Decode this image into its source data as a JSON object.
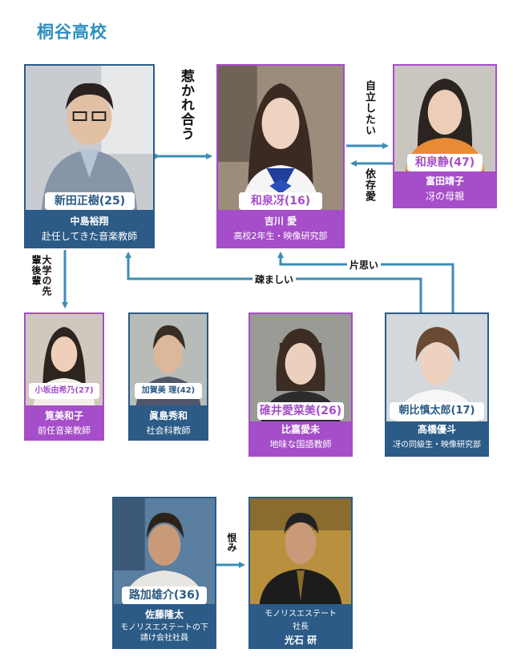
{
  "title": "桐谷高校",
  "colors": {
    "blue": "#2b5b86",
    "purple": "#a64dc9",
    "line": "#3d8db5",
    "title": "#2d8fbf"
  },
  "characters": {
    "nitta": {
      "role": "新田正樹(25)",
      "actor": "中島裕翔",
      "desc": "赴任してきた音楽教師"
    },
    "sae": {
      "role": "和泉冴(16)",
      "actor": "吉川 愛",
      "desc": "高校2年生・映像研究部"
    },
    "shizuka": {
      "role": "和泉静(47)",
      "actor": "富田靖子",
      "desc": "冴の母親"
    },
    "kakemi": {
      "role": "小坂由希乃(27)",
      "actor": "筧美和子",
      "desc": "前任音楽教師"
    },
    "kagami": {
      "role": "加賀美 理(42)",
      "actor": "眞島秀和",
      "desc": "社会科教師"
    },
    "usui": {
      "role": "碓井愛菜美(26)",
      "actor": "比嘉愛未",
      "desc": "地味な国語教師"
    },
    "asahi": {
      "role": "朝比慎太郎(17)",
      "actor": "髙橋優斗",
      "desc": "冴の同級生・映像研究部"
    },
    "michika": {
      "role": "路加雄介(36)",
      "actor": "佐藤隆太",
      "desc": "モノリスエステートの下請け会社社員"
    },
    "mitsuishi": {
      "company": "モノリスエステート",
      "position": "社長",
      "actor": "光石 研"
    }
  },
  "relations": {
    "nitta_sae": "惹かれ合う",
    "sae_to_mother": "自立したい",
    "mother_to_sae": "依存愛",
    "nitta_kakemi": "大学の先輩後輩",
    "asahi_to_sae": "片思い",
    "asahi_to_nitta": "疎ましい",
    "michika_to_mitsuishi": "恨み"
  }
}
